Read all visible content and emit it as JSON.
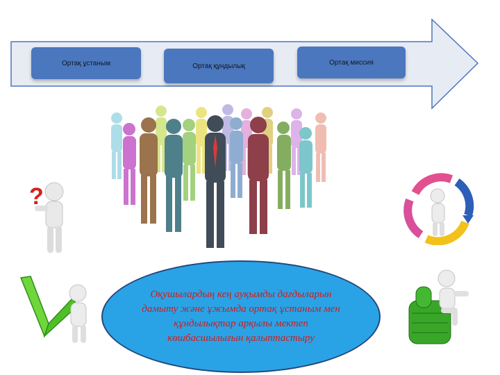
{
  "header_steps": [
    {
      "label": "Ортақ ұстаным"
    },
    {
      "label": "Ортақ құндылық"
    },
    {
      "label": "Ортақ миссия"
    }
  ],
  "goal": {
    "text": "Оқушылардың кең ауқымды дағдыларын дамыту және ұжымда ортақ ұстаным мен құндылықтар арқылы мектеп көшбасшылығын қалыптастыру"
  },
  "colors": {
    "arrow_fill": "#e7ebf3",
    "arrow_stroke": "#4b77be",
    "pill_fill": "#4b77be",
    "goal_fill": "#2aa3e6",
    "goal_text": "#cf1c1c"
  },
  "icons": {
    "crowd": "people-crowd-illustration",
    "question": "question-mark-figure-icon",
    "check": "checkmark-figure-icon",
    "cycle": "cycle-arrows-figure-icon",
    "thumb": "thumbs-up-figure-icon"
  }
}
